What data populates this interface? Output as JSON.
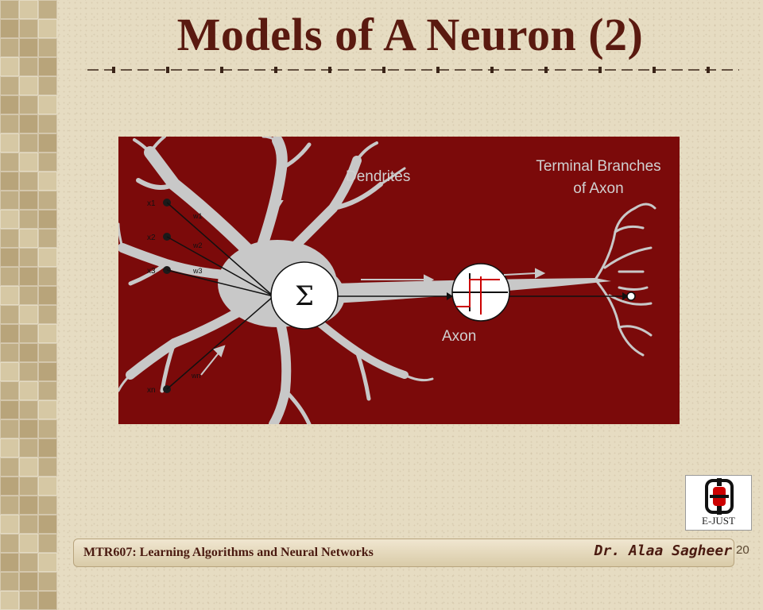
{
  "slide": {
    "title": "Models of A Neuron (2)",
    "colors": {
      "title": "#5a1a10",
      "panel": "#7b0a0a",
      "cell": "#c8c8c8",
      "accent": "#cc0000"
    }
  },
  "figure": {
    "labels": {
      "dendrites": "Dendrites",
      "terminal_line1": "Terminal Branches",
      "terminal_line2": "of Axon",
      "axon": "Axon",
      "sum_symbol": "Σ"
    },
    "inputs": [
      {
        "x": "x1",
        "w": "w1"
      },
      {
        "x": "x2",
        "w": "w2"
      },
      {
        "x": "x3",
        "w": "w3"
      },
      {
        "x": "xn",
        "w": "wn"
      }
    ]
  },
  "logo": {
    "caption": "E-JUST",
    "icon": "e-just-logo-icon"
  },
  "footer": {
    "course": "MTR607: Learning Algorithms and Neural Networks",
    "author": "Dr. Alaa Sagheer",
    "page_number": "20"
  }
}
